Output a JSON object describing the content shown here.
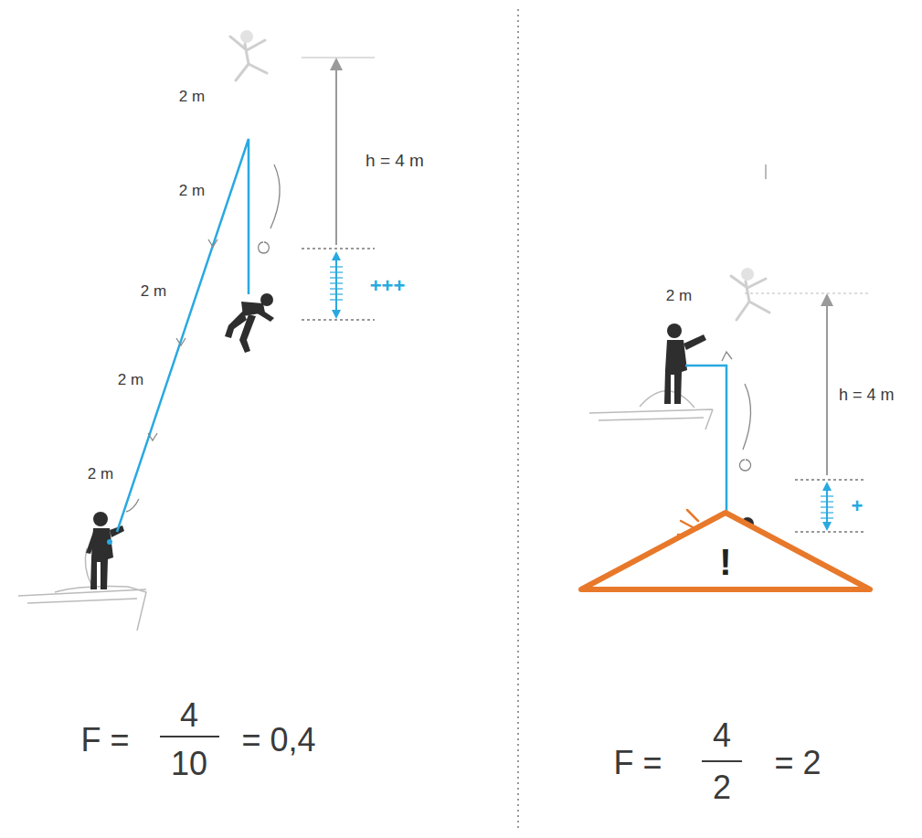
{
  "diagram": {
    "nodes": [
      {
        "text": [
          "!"
        ]
      }
    ],
    "labels": [
      "2 m",
      "2 m",
      "2 m",
      "2 m",
      "2 m",
      "h = 4 m",
      "+++",
      "F =",
      "4",
      "10",
      "= 0,4",
      "2 m",
      "h = 4 m",
      "+",
      "F =",
      "4",
      "2",
      "= 2"
    ]
  }
}
